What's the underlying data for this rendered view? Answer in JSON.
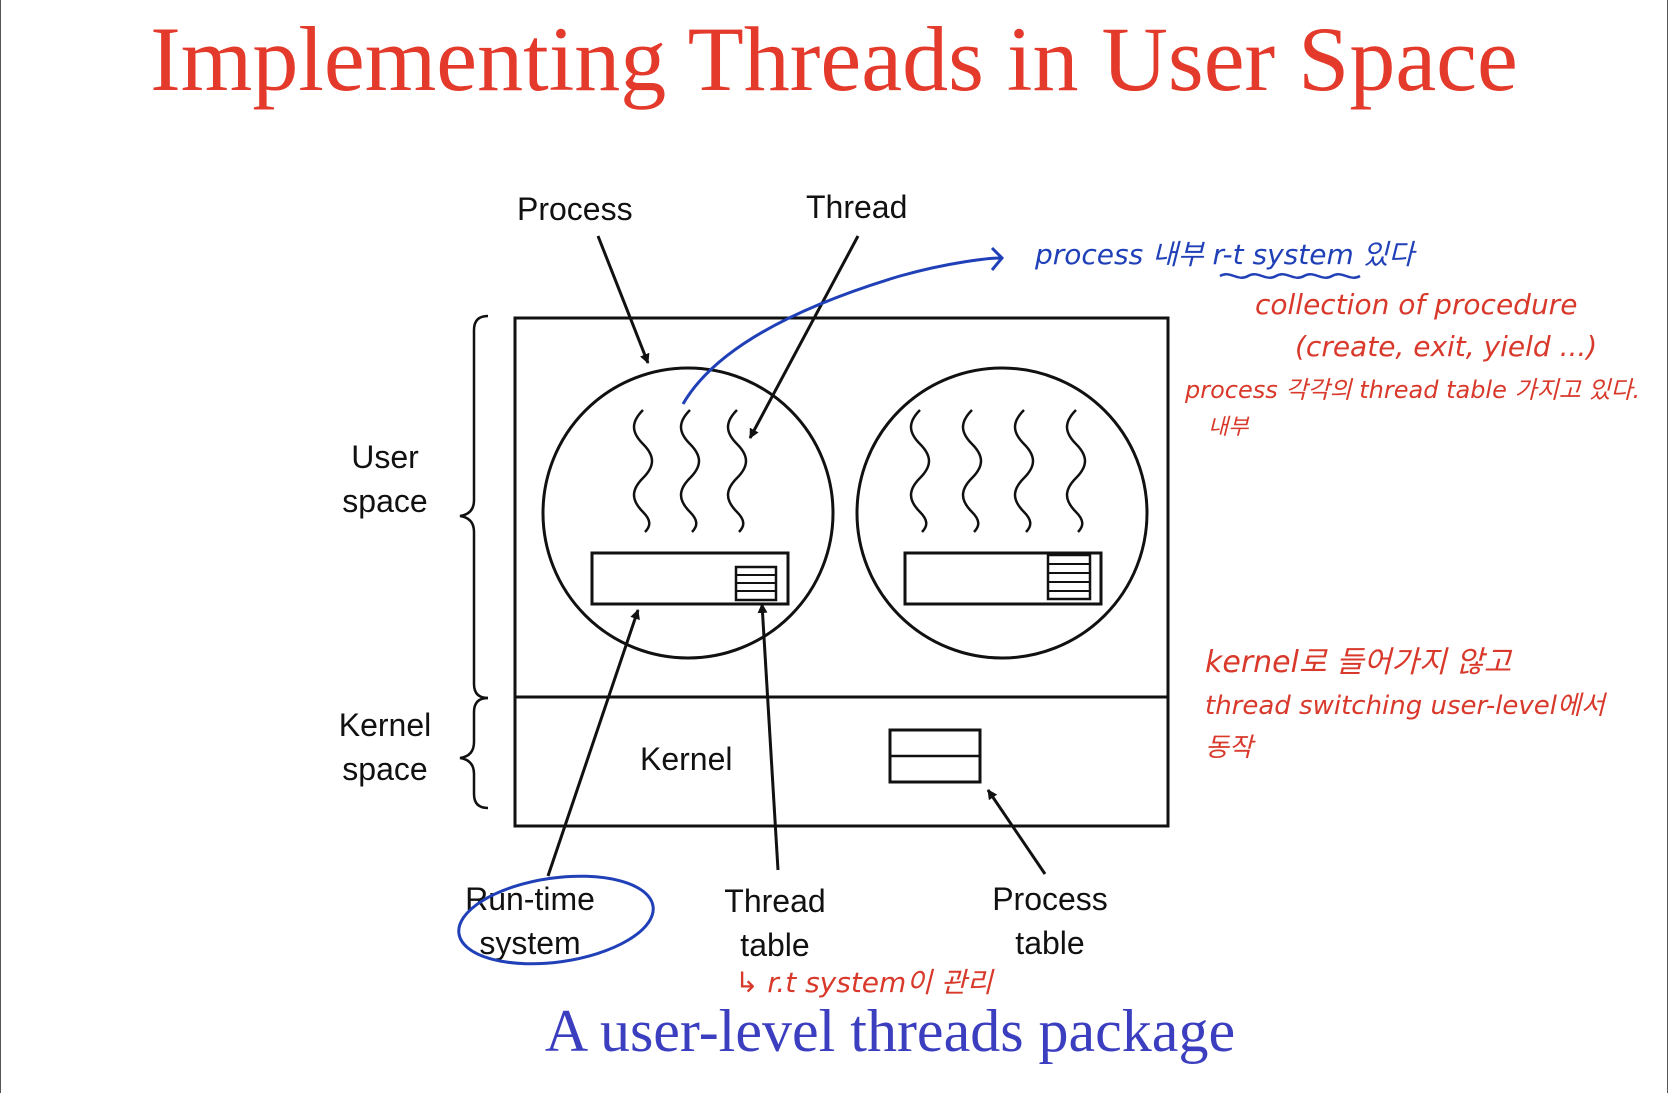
{
  "title": "Implementing Threads in User Space",
  "caption": "A user-level threads package",
  "diagram": {
    "labels": {
      "process": "Process",
      "thread": "Thread",
      "user_space": [
        "User",
        "space"
      ],
      "kernel_space": [
        "Kernel",
        "space"
      ],
      "kernel": "Kernel",
      "run_time_system": [
        "Run-time",
        "system"
      ],
      "thread_table": [
        "Thread",
        "table"
      ],
      "process_table": [
        "Process",
        "table"
      ]
    }
  },
  "annotations": {
    "blue_note": "process 내부 r-t system 있다",
    "red_note_1": [
      "collection of procedure",
      "(create, exit, yield ...)"
    ],
    "red_note_2": [
      "process 각각의 thread table 가지고 있다.",
      "내부"
    ],
    "red_note_3": [
      "kernel로 들어가지 않고",
      "thread switching user-level에서",
      "동작"
    ],
    "red_note_4": "↳ r.t system이 관리"
  },
  "colors": {
    "title": "#e33a2c",
    "caption": "#3b3fbf",
    "red_ink": "#d8392b",
    "blue_ink": "#2040b8",
    "line": "#111111"
  }
}
